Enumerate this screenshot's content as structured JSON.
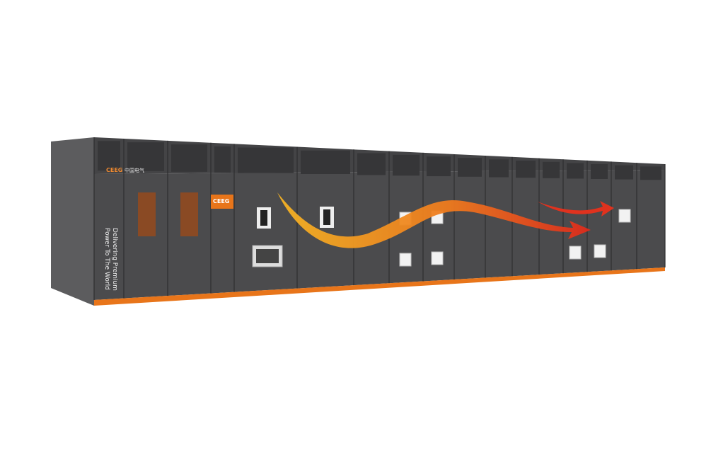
{
  "product": {
    "brand": "CEEG",
    "brand_cn": "中国电气",
    "slogan_line1": "Delivering Premium",
    "slogan_line2": "Power To The World",
    "colors": {
      "body": "#4a4a4c",
      "side": "#5a5a5c",
      "accent": "#e8751a",
      "arrow_start": "#f2a623",
      "arrow_end": "#e0321e"
    }
  }
}
